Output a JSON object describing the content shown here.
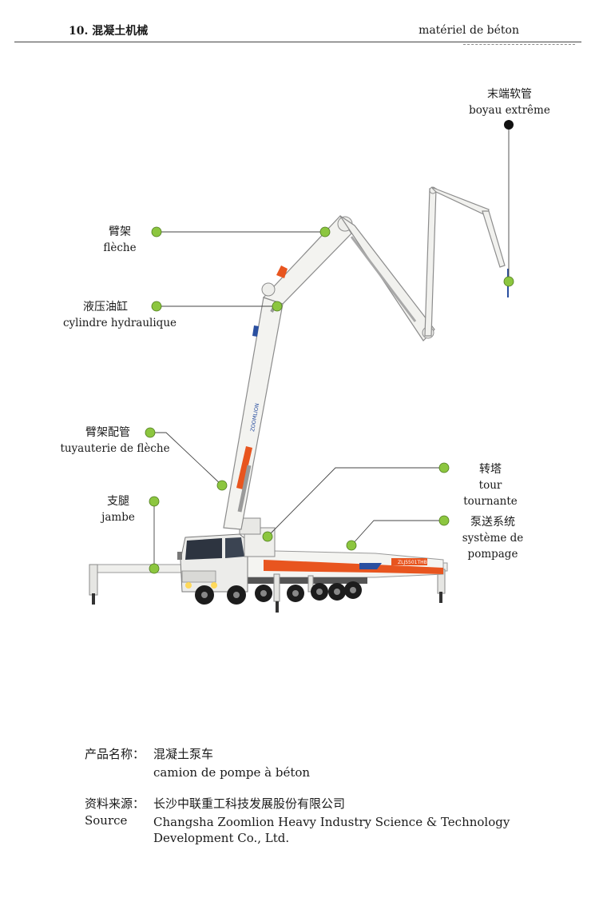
{
  "header": {
    "chapter": "10. 混凝土机械",
    "category": "matériel de béton"
  },
  "labels": {
    "end_hose": {
      "zh": "末端软管",
      "fr": "boyau extrême"
    },
    "boom": {
      "zh": "臂架",
      "fr": "flèche"
    },
    "hydraulic_cylinder": {
      "zh": "液压油缸",
      "fr": "cylindre hydraulique"
    },
    "boom_piping": {
      "zh": "臂架配管",
      "fr": "tuyauterie de flèche"
    },
    "turret": {
      "zh": "转塔",
      "fr": "tour tournante"
    },
    "outrigger": {
      "zh": "支腿",
      "fr": "jambe"
    },
    "pumping_system": {
      "zh": "泵送系统",
      "fr": "système de pompage"
    }
  },
  "truck": {
    "brand_text": "ZOOMLION",
    "colors": {
      "body": "#f2f2ef",
      "accent": "#e8551f",
      "blue": "#2a4fa0",
      "cab": "#e9e9e9",
      "tyre": "#1c1c1c"
    }
  },
  "callout_colors": {
    "green": "#8cc63f",
    "black": "#111111"
  },
  "product": {
    "name_key": "产品名称：",
    "name_zh": "混凝土泵车",
    "name_fr": "camion de pompe à béton",
    "source_key_zh": "资料来源：",
    "source_key_en": "Source",
    "source_zh": "长沙中联重工科技发展股份有限公司",
    "source_en_line1": "Changsha Zoomlion Heavy Industry Science & Technology",
    "source_en_line2": "Development Co., Ltd."
  }
}
